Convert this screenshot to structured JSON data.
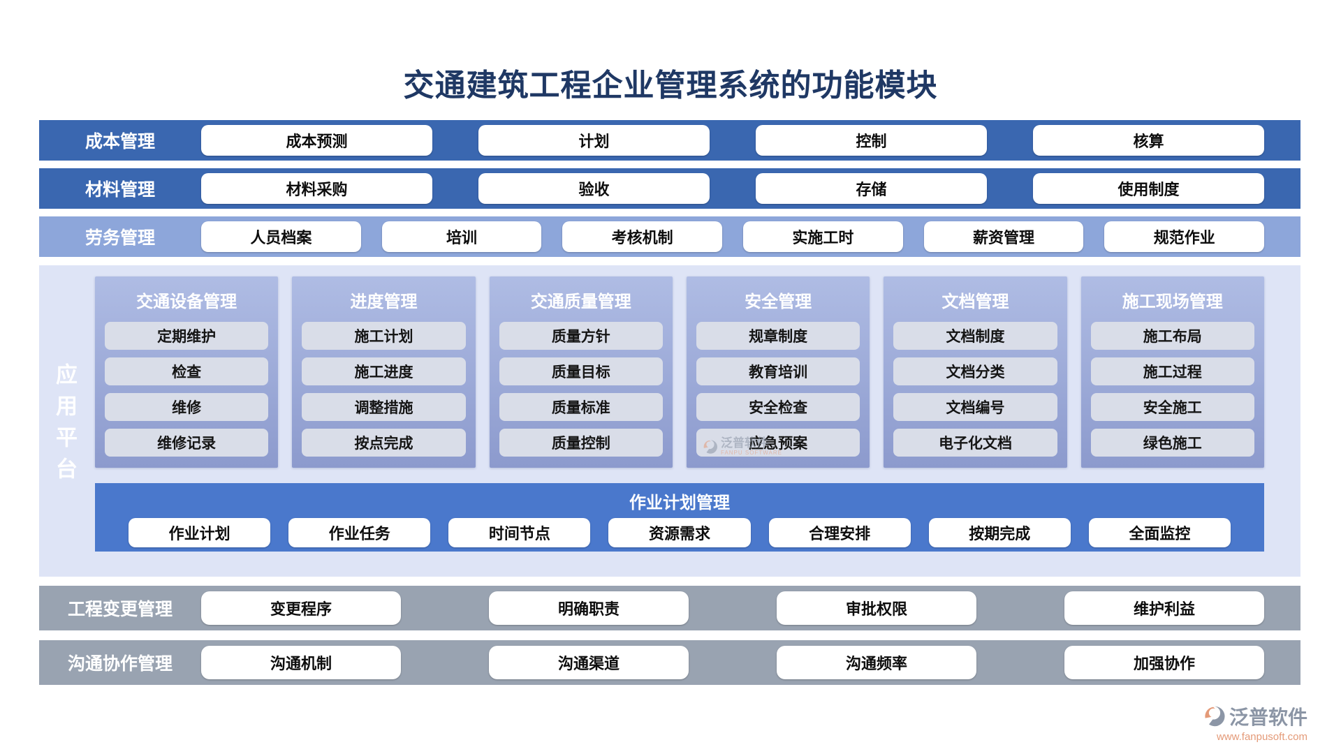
{
  "title": "交通建筑工程企业管理系统的功能模块",
  "top_rows": [
    {
      "label": "成本管理",
      "theme": "dark",
      "items": [
        "成本预测",
        "计划",
        "控制",
        "核算"
      ]
    },
    {
      "label": "材料管理",
      "theme": "dark",
      "items": [
        "材料采购",
        "验收",
        "存储",
        "使用制度"
      ]
    },
    {
      "label": "劳务管理",
      "theme": "light",
      "items": [
        "人员档案",
        "培训",
        "考核机制",
        "实施工时",
        "薪资管理",
        "规范作业"
      ]
    }
  ],
  "platform": {
    "side_label": "应用平台",
    "columns": [
      {
        "header": "交通设备管理",
        "items": [
          "定期维护",
          "检查",
          "维修",
          "维修记录"
        ]
      },
      {
        "header": "进度管理",
        "items": [
          "施工计划",
          "施工进度",
          "调整措施",
          "按点完成"
        ]
      },
      {
        "header": "交通质量管理",
        "items": [
          "质量方针",
          "质量目标",
          "质量标准",
          "质量控制"
        ]
      },
      {
        "header": "安全管理",
        "items": [
          "规章制度",
          "教育培训",
          "安全检查",
          "应急预案"
        ]
      },
      {
        "header": "文档管理",
        "items": [
          "文档制度",
          "文档分类",
          "文档编号",
          "电子化文档"
        ]
      },
      {
        "header": "施工现场管理",
        "items": [
          "施工布局",
          "施工过程",
          "安全施工",
          "绿色施工"
        ]
      }
    ],
    "job_plan": {
      "header": "作业计划管理",
      "items": [
        "作业计划",
        "作业任务",
        "时间节点",
        "资源需求",
        "合理安排",
        "按期完成",
        "全面监控"
      ]
    }
  },
  "bottom_rows": [
    {
      "label": "工程变更管理",
      "theme": "gray",
      "items": [
        "变更程序",
        "明确职责",
        "审批权限",
        "维护利益"
      ]
    },
    {
      "label": "沟通协作管理",
      "theme": "gray",
      "items": [
        "沟通机制",
        "沟通渠道",
        "沟通频率",
        "加强协作"
      ]
    }
  ],
  "watermark": {
    "brand": "泛普软件",
    "sub": "FANPU SOFTWARE"
  },
  "footer_logo": {
    "brand": "泛普软件",
    "url": "www.fanpusoft.com"
  },
  "colors": {
    "title_text": "#1F3864",
    "dark_band": "#3A67B0",
    "light_band": "#8DA6DA",
    "gray_band": "#99A3B1",
    "platform_bg": "#DEE4F6",
    "column_gradient_top": "#AFBCE4",
    "column_gradient_bottom": "#8C9ACD",
    "chip_bg": "#D9DDE8",
    "jobplan_band": "#4A78CC",
    "logo_gray": "#8B95A5",
    "logo_orange": "#E49A78"
  }
}
